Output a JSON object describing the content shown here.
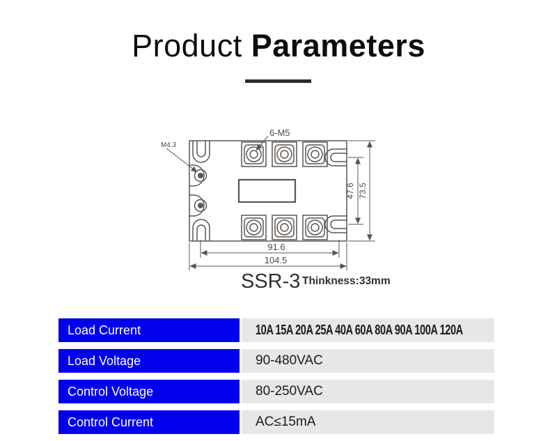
{
  "title": {
    "regular": "Product",
    "bold": "Parameters"
  },
  "diagram": {
    "labels": {
      "terminal_thread": "6-M5",
      "side_hole": "M4.3"
    },
    "dimensions": {
      "inner_height": "47.6",
      "outer_height": "73.5",
      "inner_width": "91.6",
      "outer_width": "104.5"
    },
    "model": "SSR-3",
    "thickness": "Thinkness:33mm",
    "line_color": "#4a423c"
  },
  "table": {
    "label_bg_color": "#0000ee",
    "value_bg_color": "#e7e7e7",
    "rows": [
      {
        "label": "Load Current",
        "value": "10A 15A 20A 25A 40A 60A 80A 90A 100A 120A"
      },
      {
        "label": "Load Voltage",
        "value": "90-480VAC"
      },
      {
        "label": "Control Voltage",
        "value": "80-250VAC"
      },
      {
        "label": "Control Current",
        "value": "AC≤15mA"
      }
    ]
  }
}
